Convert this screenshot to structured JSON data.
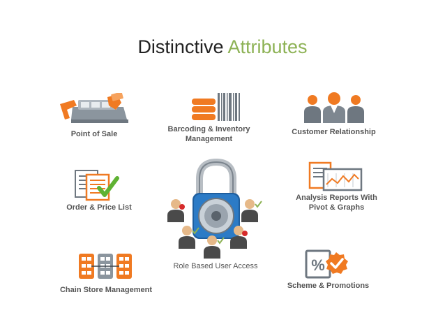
{
  "slide": {
    "title_part1": "Distinctive",
    "title_part2": "Attributes",
    "accent_color": "#8DB255",
    "orange": "#F07A22",
    "gray": "#6E7780"
  },
  "features": {
    "pos": {
      "label": "Point of Sale",
      "icon": "pos-terminal-icon"
    },
    "barcode": {
      "line1": "Barcoding & Inventory",
      "line2": "Management",
      "icon": "barcode-icon"
    },
    "crm": {
      "label": "Customer Relationship",
      "icon": "people-group-icon"
    },
    "order": {
      "label": "Order & Price List",
      "icon": "price-list-icon"
    },
    "role": {
      "label": "Role Based User Access",
      "icon": "padlock-users-icon"
    },
    "reports": {
      "line1": "Analysis Reports With",
      "line2": "Pivot & Graphs",
      "icon": "report-graph-icon"
    },
    "chain": {
      "label": "Chain Store Management",
      "icon": "store-chain-icon"
    },
    "scheme": {
      "label": "Scheme & Promotions",
      "icon": "percent-tag-icon"
    }
  }
}
